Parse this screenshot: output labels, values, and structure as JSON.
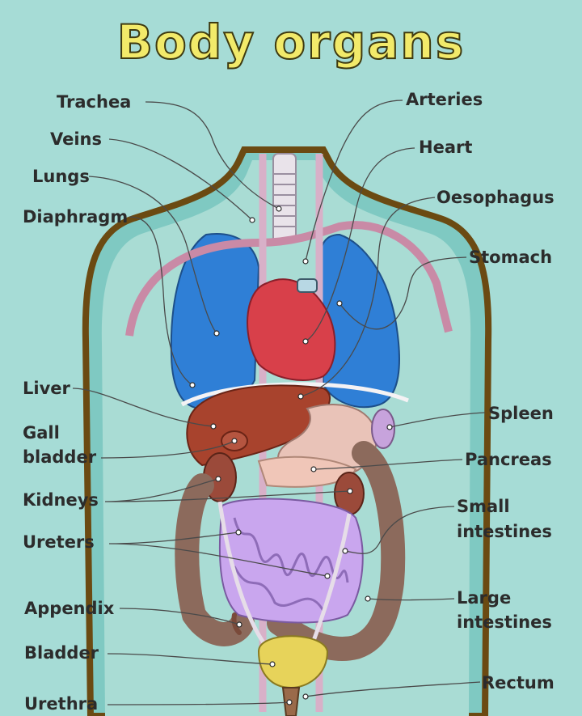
{
  "title": "Body organs",
  "labels": {
    "trachea": "Trachea",
    "veins": "Veins",
    "lungs": "Lungs",
    "diaphragm": "Diaphragm",
    "liver": "Liver",
    "gall_bladder_1": "Gall",
    "gall_bladder_2": "bladder",
    "kidneys": "Kidneys",
    "ureters": "Ureters",
    "appendix": "Appendix",
    "bladder": "Bladder",
    "urethra": "Urethra",
    "arteries": "Arteries",
    "heart": "Heart",
    "oesophagus": "Oesophagus",
    "stomach": "Stomach",
    "spleen": "Spleen",
    "pancreas": "Pancreas",
    "small_intestines_1": "Small",
    "small_intestines_2": "intestines",
    "large_intestines_1": "Large",
    "large_intestines_2": "intestines",
    "rectum": "Rectum"
  },
  "colors": {
    "background": "#a6dcd6",
    "title": "#f2ea6a",
    "body_outline": "#6b4a12",
    "lungs": "#2f7fd6",
    "heart": "#d8404a",
    "liver": "#a8432d",
    "small_intestines": "#c9a6ee",
    "large_intestines": "#8c6a5c",
    "bladder": "#e7d35a"
  }
}
